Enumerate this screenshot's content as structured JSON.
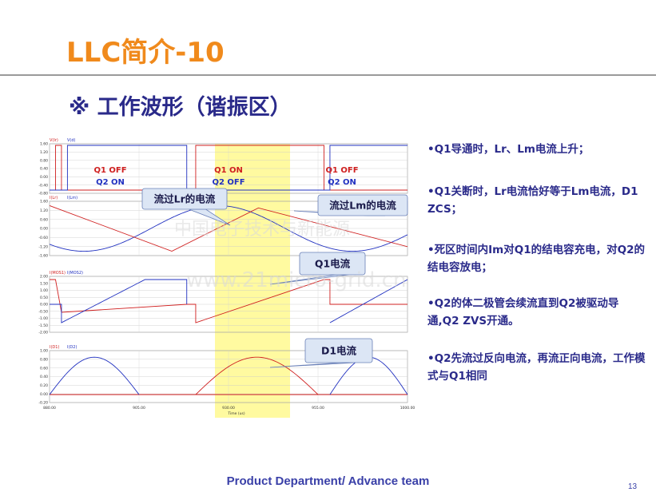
{
  "slide": {
    "title": "LLC简介-10",
    "subtitle": "※ 工作波形（谐振区）",
    "footer": "Product Department/ Advance team",
    "page_number": "13"
  },
  "bullets": [
    "•Q1导通时，Lr、Lm电流上升；",
    "•Q1关断时，Lr电流恰好等于Lm电流，D1 ZCS；",
    "•死区时间内Im对Q1的结电容充电，对Q2的结电容放电；",
    "•Q2的体二极管会续流直到Q2被驱动导通,Q2 ZVS开通。",
    "•Q2先流过反向电流，再流正向电流，工作模式与Q1相同"
  ],
  "chart_data": {
    "type": "line",
    "xlim": [
      880.0,
      1000.0
    ],
    "x_ticks": [
      "880.00",
      "905.00",
      "930.00",
      "955.00",
      "1000.00"
    ],
    "xlabel": "Time (us)",
    "panels": [
      {
        "legend": [
          "V(Ir)",
          "V(d)"
        ],
        "y_ticks": [
          "1.60",
          "1.20",
          "0.80",
          "0.40",
          "0.00",
          "-0.40",
          "-0.80"
        ],
        "annotations": [
          {
            "q1": "Q1 OFF",
            "q2": "Q2 ON"
          },
          {
            "q1": "Q1 ON",
            "q2": "Q2 OFF"
          },
          {
            "q1": "Q1 OFF",
            "q2": "Q2 ON"
          }
        ]
      },
      {
        "legend": [
          "I(Lr)",
          "I(Lm)"
        ],
        "y_ticks": [
          "1.60",
          "1.20",
          "0.60",
          "0.00",
          "-0.60",
          "-1.20",
          "-1.60"
        ],
        "callouts": [
          "流过Lr的电流",
          "流过Lm的电流"
        ]
      },
      {
        "legend": [
          "I(MOS1)",
          "I(MOS2)"
        ],
        "y_ticks": [
          "2.00",
          "1.50",
          "1.00",
          "0.50",
          "0.00",
          "-0.50",
          "-1.00",
          "-1.50",
          "-2.00"
        ],
        "callouts": [
          "Q1电流"
        ]
      },
      {
        "legend": [
          "I(D1)",
          "I(D2)"
        ],
        "y_ticks": [
          "1.00",
          "0.80",
          "0.60",
          "0.40",
          "0.20",
          "0.00",
          "-0.20"
        ],
        "callouts": [
          "D1电流"
        ]
      }
    ],
    "colors": {
      "red": "#d02020",
      "blue": "#2030c0",
      "highlight": "#fffaa0"
    },
    "watermark": [
      "中国电子技术与新能源",
      "www.21micro-grid.cn"
    ]
  }
}
